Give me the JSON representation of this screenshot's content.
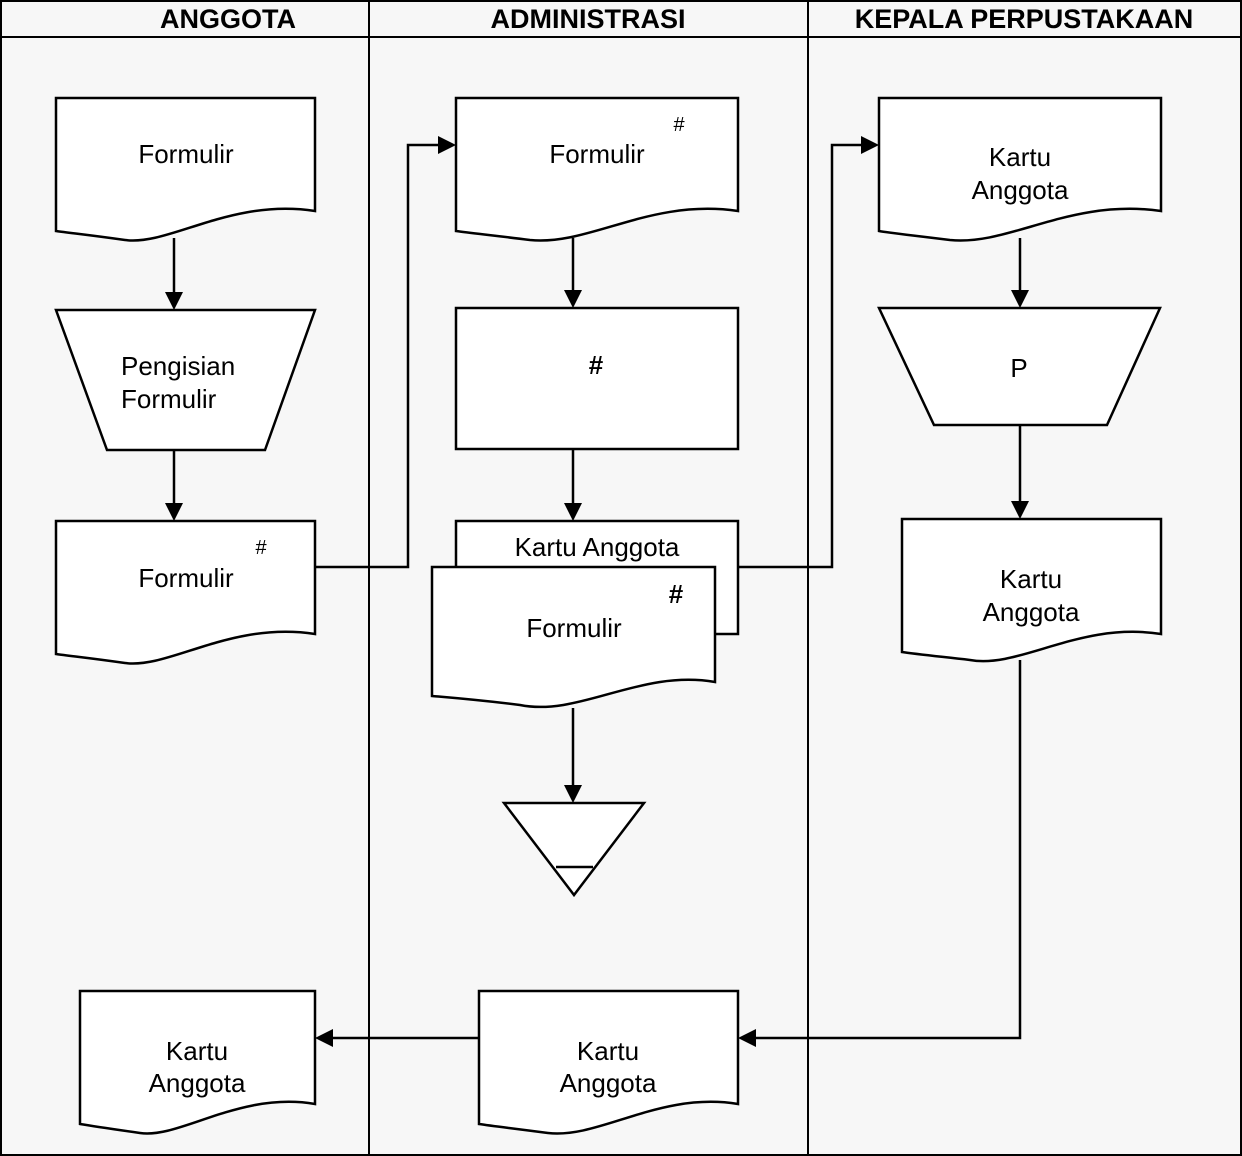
{
  "lanes": {
    "anggota": "ANGGOTA",
    "administrasi": "ADMINISTRASI",
    "kepala": "KEPALA PERPUSTAKAAN"
  },
  "anggota": {
    "doc1": "Formulir",
    "manual": [
      "Pengisian",
      "Formulir"
    ],
    "doc2": "Formulir",
    "doc2_mark": "#",
    "final_doc": [
      "Kartu",
      "Anggota"
    ]
  },
  "administrasi": {
    "doc1": "Formulir",
    "doc1_mark": "#",
    "process": "#",
    "stack_back": "Kartu Anggota",
    "stack_front": "Formulir",
    "stack_front_mark": "#",
    "return_doc": [
      "Kartu",
      "Anggota"
    ]
  },
  "kepala": {
    "doc1": [
      "Kartu",
      "Anggota"
    ],
    "manual": "P",
    "doc2": [
      "Kartu",
      "Anggota"
    ]
  }
}
